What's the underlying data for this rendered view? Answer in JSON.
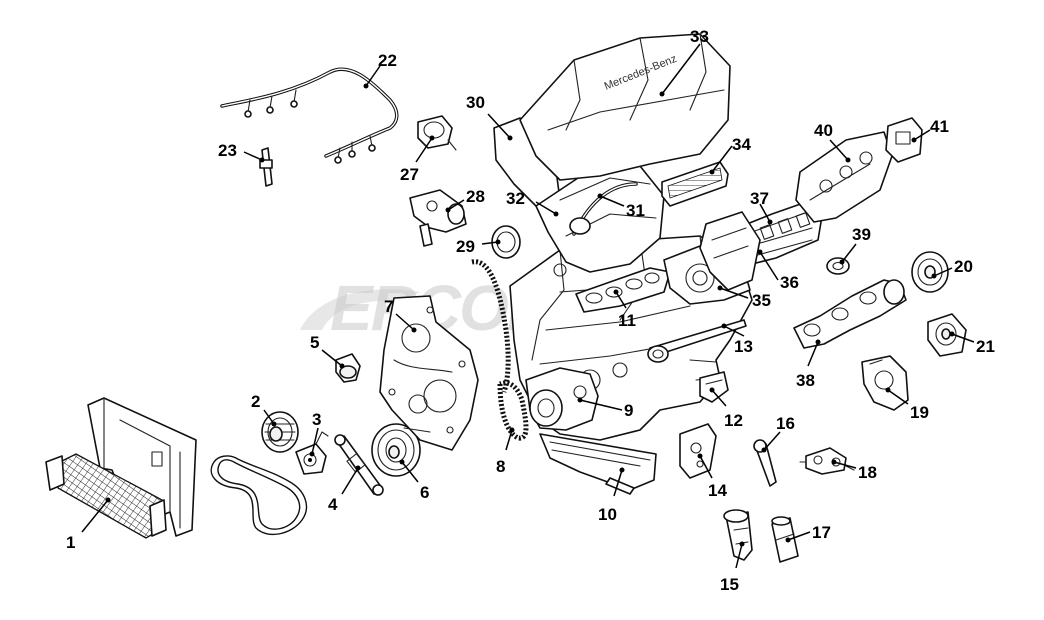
{
  "watermark": {
    "text": "ERCONZ"
  },
  "engine_cover": {
    "brand_text": "Mercedes-Benz"
  },
  "callouts": [
    {
      "id": "1",
      "label": "1"
    },
    {
      "id": "2",
      "label": "2"
    },
    {
      "id": "3",
      "label": "3"
    },
    {
      "id": "4",
      "label": "4"
    },
    {
      "id": "5",
      "label": "5"
    },
    {
      "id": "6",
      "label": "6"
    },
    {
      "id": "7",
      "label": "7"
    },
    {
      "id": "8",
      "label": "8"
    },
    {
      "id": "9",
      "label": "9"
    },
    {
      "id": "10",
      "label": "10"
    },
    {
      "id": "11",
      "label": "11"
    },
    {
      "id": "12",
      "label": "12"
    },
    {
      "id": "13",
      "label": "13"
    },
    {
      "id": "14",
      "label": "14"
    },
    {
      "id": "15",
      "label": "15"
    },
    {
      "id": "16",
      "label": "16"
    },
    {
      "id": "17",
      "label": "17"
    },
    {
      "id": "18",
      "label": "18"
    },
    {
      "id": "19",
      "label": "19"
    },
    {
      "id": "20",
      "label": "20"
    },
    {
      "id": "21",
      "label": "21"
    },
    {
      "id": "22",
      "label": "22"
    },
    {
      "id": "23",
      "label": "23"
    },
    {
      "id": "27",
      "label": "27"
    },
    {
      "id": "28",
      "label": "28"
    },
    {
      "id": "29",
      "label": "29"
    },
    {
      "id": "30",
      "label": "30"
    },
    {
      "id": "31",
      "label": "31"
    },
    {
      "id": "32",
      "label": "32"
    },
    {
      "id": "33",
      "label": "33"
    },
    {
      "id": "34",
      "label": "34"
    },
    {
      "id": "35",
      "label": "35"
    },
    {
      "id": "36",
      "label": "36"
    },
    {
      "id": "37",
      "label": "37"
    },
    {
      "id": "38",
      "label": "38"
    },
    {
      "id": "39",
      "label": "39"
    },
    {
      "id": "40",
      "label": "40"
    },
    {
      "id": "41",
      "label": "41"
    }
  ],
  "colors": {
    "line": "#111111",
    "background": "#ffffff",
    "watermark": "#c9c9c9"
  }
}
